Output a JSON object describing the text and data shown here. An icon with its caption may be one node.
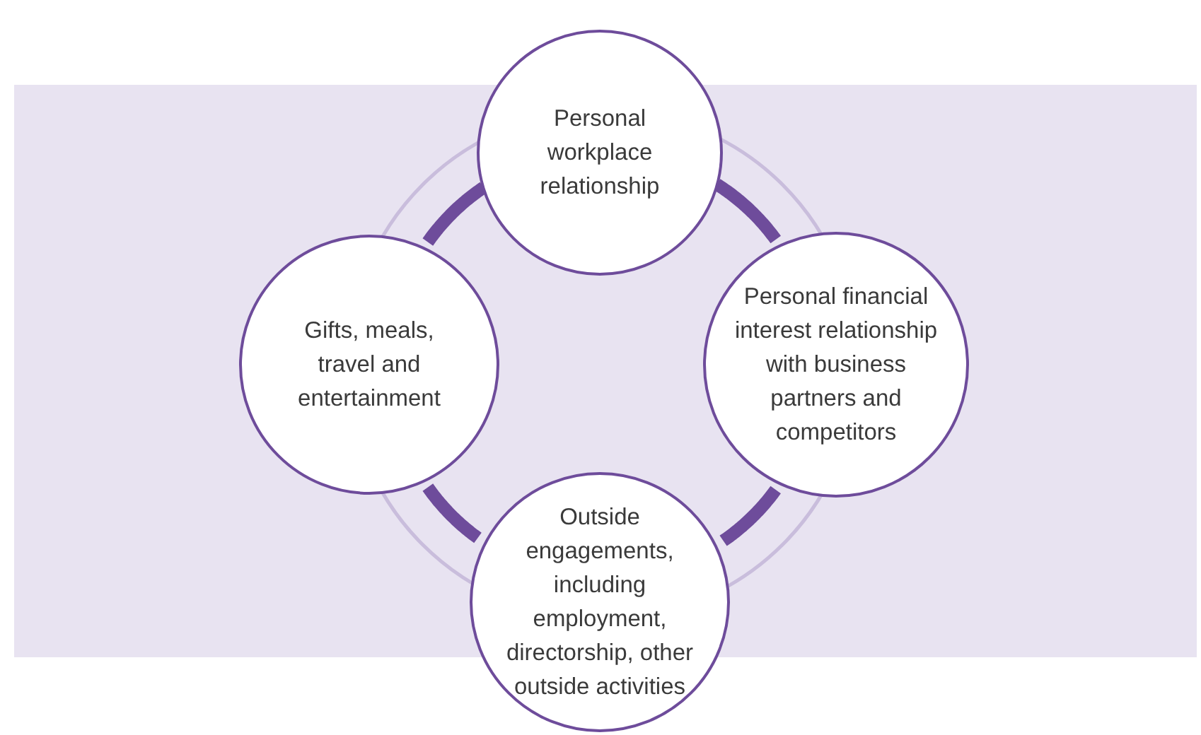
{
  "diagram": {
    "nodes": [
      {
        "text": [
          "Personal workplace relationship"
        ]
      },
      {
        "text": [
          "Gifts, meals, travel and entertainment"
        ]
      },
      {
        "text": [
          "Personal financial interest relationship with business partners and competitors"
        ]
      },
      {
        "text": [
          "Outside engagements, including employment, directorship, other outside activities"
        ]
      }
    ],
    "edges": [
      {
        "from": 0,
        "to": 2,
        "arrow": "none"
      },
      {
        "from": 2,
        "to": 3,
        "arrow": "none"
      },
      {
        "from": 3,
        "to": 1,
        "arrow": "none"
      },
      {
        "from": 1,
        "to": 0,
        "arrow": "none"
      }
    ]
  }
}
